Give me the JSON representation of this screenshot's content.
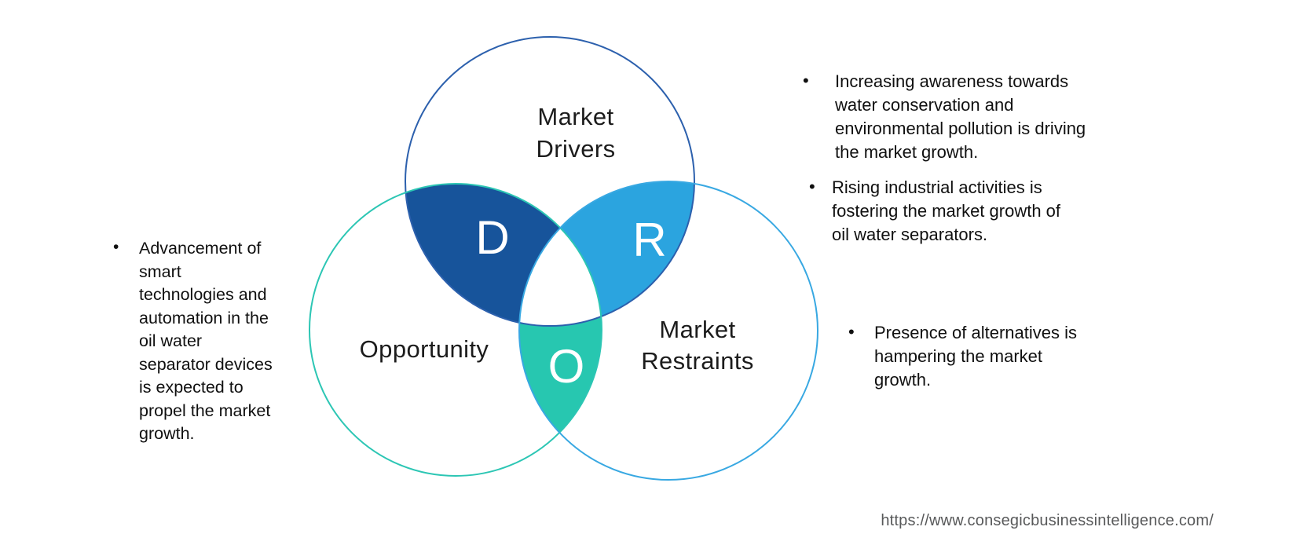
{
  "venn": {
    "drivers": {
      "label": "Market\nDrivers",
      "letter": "D",
      "outline_color": "#2c60ad",
      "lens_color": "#17549b"
    },
    "opportunity": {
      "label": "Opportunity",
      "letter": "O",
      "outline_color": "#2cc6b4",
      "lens_color": "#27c7b0"
    },
    "restraints": {
      "label": "Market\nRestraints",
      "letter": "R",
      "outline_color": "#38a8e2",
      "lens_color": "#2ba4df"
    },
    "letter_color": "#ffffff"
  },
  "notes": {
    "opportunity": {
      "marker": "•",
      "text": "Advancement of\nsmart\ntechnologies and\nautomation in the\noil water\nseparator devices\nis expected to\npropel the market\ngrowth."
    },
    "drivers_1": {
      "marker": "•",
      "text": "Increasing awareness towards\nwater conservation and\nenvironmental pollution is driving\nthe market growth."
    },
    "drivers_2": {
      "marker": "•",
      "text": "Rising industrial activities is\nfostering the market growth of\noil water separators."
    },
    "restraints": {
      "marker": "•",
      "text": "Presence of alternatives is\nhampering the market\ngrowth."
    }
  },
  "footer": {
    "url": "https://www.consegicbusinessintelligence.com/"
  }
}
